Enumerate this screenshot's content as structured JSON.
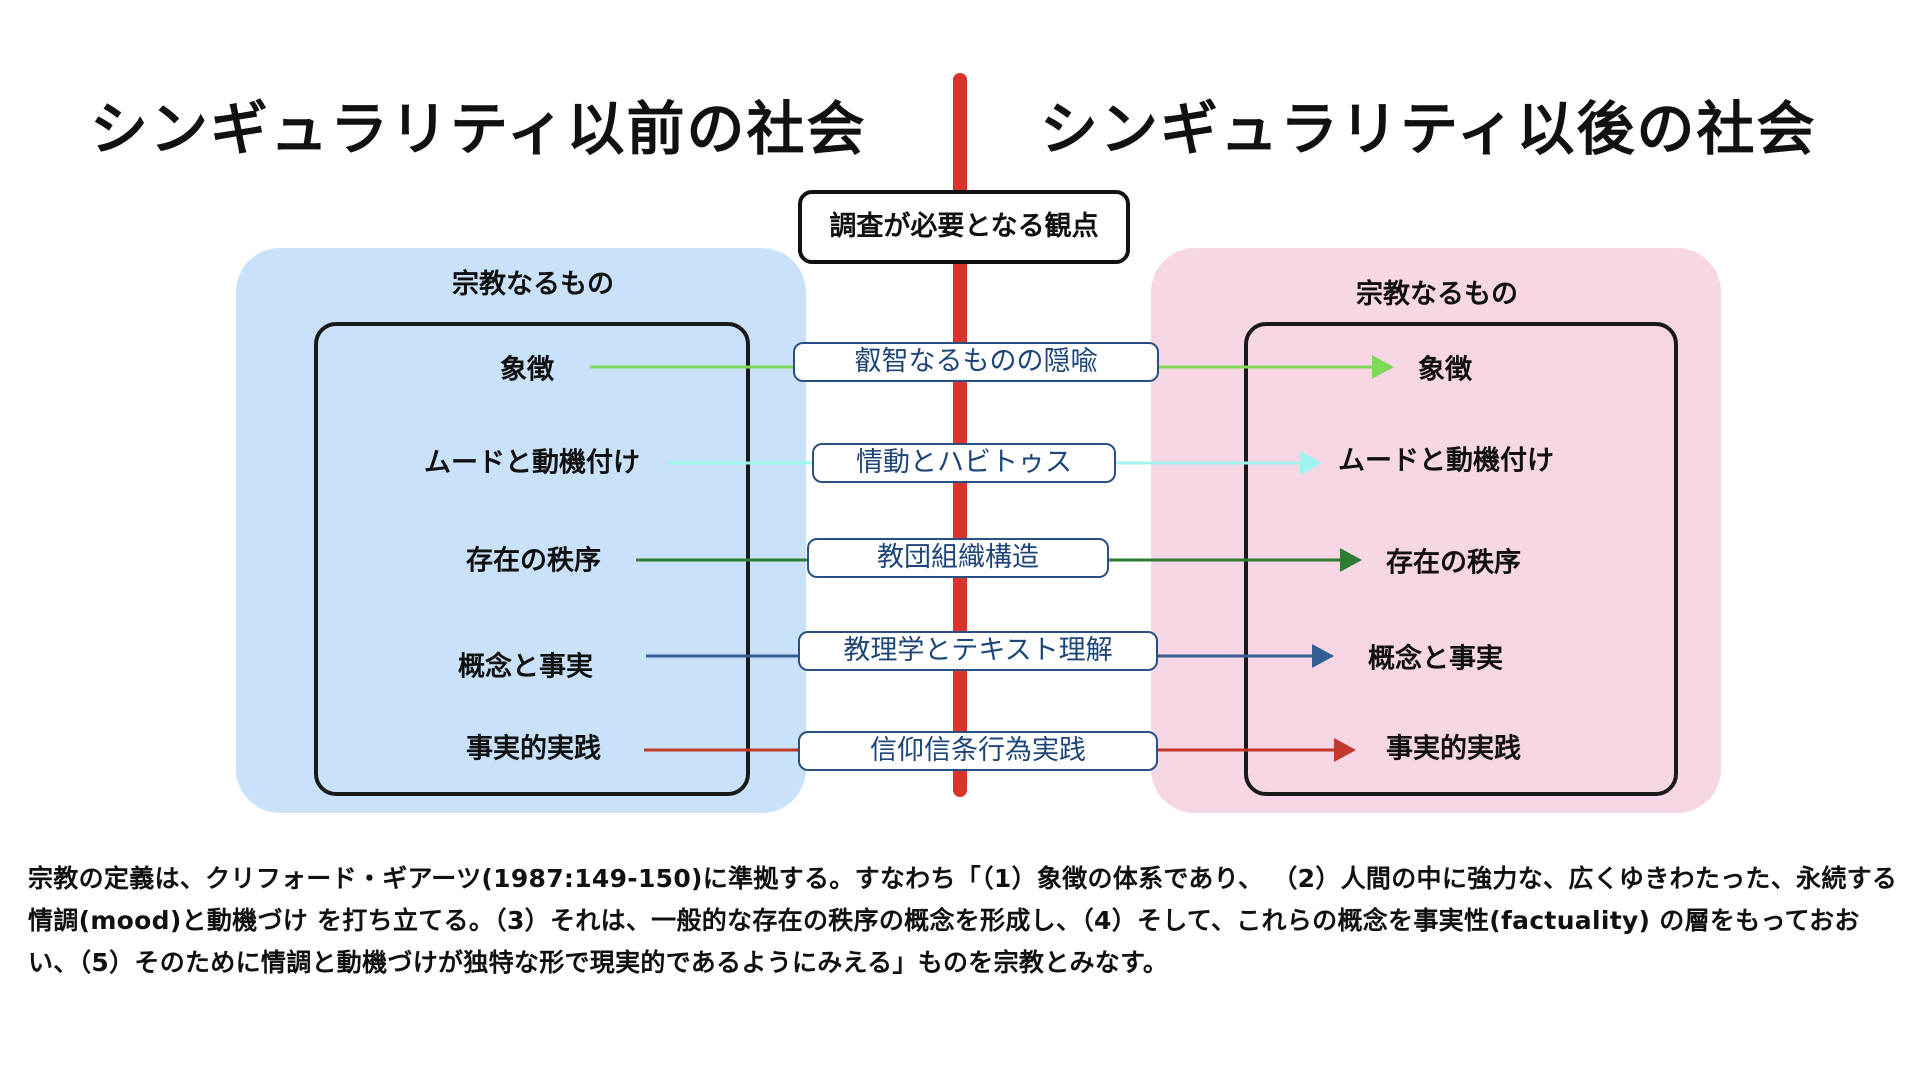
{
  "titles": {
    "left": "シンギュラリティ以前の社会",
    "right": "シンギュラリティ以後の社会"
  },
  "header": "調査が必要となる観点",
  "left_panel": {
    "title": "宗教なるもの",
    "items": [
      "象徴",
      "ムードと動機付け",
      "存在の秩序",
      "概念と事実",
      "事実的実践"
    ]
  },
  "right_panel": {
    "title": "宗教なるもの",
    "items": [
      "象徴",
      "ムードと動機付け",
      "存在の秩序",
      "概念と事実",
      "事実的実践"
    ]
  },
  "perspectives": [
    "叡智なるものの隠喩",
    "情動とハビトゥス",
    "教団組織構造",
    "教理学とテキスト理解",
    "信仰信条行為実践"
  ],
  "colors": {
    "divider": "#d9332b",
    "left_panel": "#c9e2f9",
    "right_panel": "#f7d6e6",
    "arrows": [
      "#7ed957",
      "#9ff5ee",
      "#2e7d32",
      "#2f5f95",
      "#c0392b"
    ]
  },
  "definition": "宗教の定義は、クリフォード・ギアーツ(1987:149-150)に準拠する。すなわち「（1）象徴の体系であり、 （2）人間の中に強力な、広くゆきわたった、永続する情調(mood)と動機づけ を打ち立てる。（3）それは、一般的な存在の秩序の概念を形成し、（4）そして、これらの概念を事実性(factuality) の層をもっておおい、（5）そのために情調と動機づけが独特な形で現実的であるようにみえる」ものを宗教とみなす。"
}
